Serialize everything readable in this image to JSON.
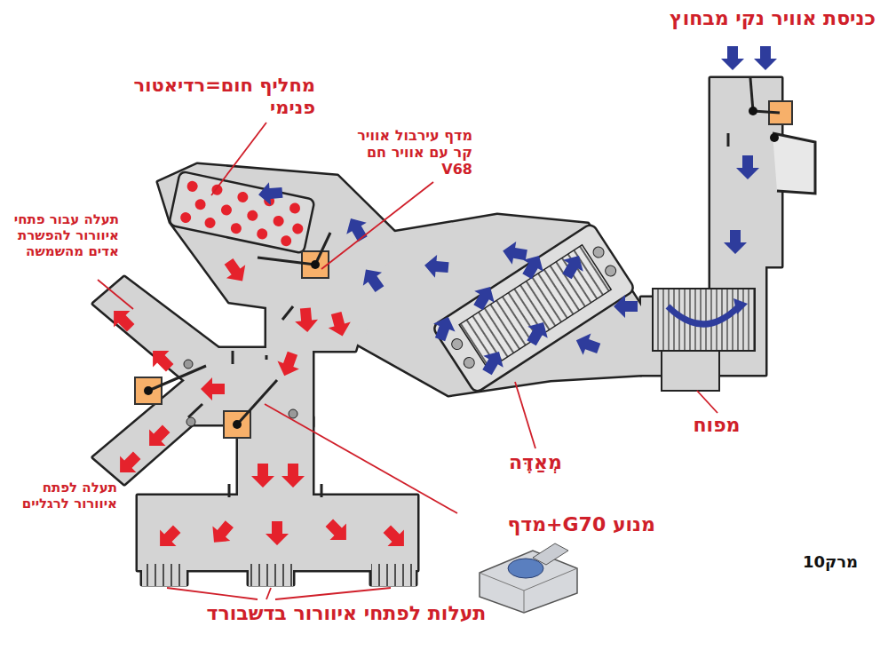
{
  "diagram": {
    "labels": [
      "כניסת אוויר נקי מבחוץ",
      "מחליף חום=רדיאטור פנימי",
      "מדף עירבול אוויר קר עם אוויר חם V68",
      "תעלה עבור פתחי איוורור להפשרת אדים מהשמשה",
      "תעלה לפתח איוורור לרגליים",
      "מנוע G70+מדף",
      "תעלות לפתחי איוורור בדשבורד",
      "מְאַדֶּה",
      "מפוח",
      "מרק10"
    ]
  }
}
